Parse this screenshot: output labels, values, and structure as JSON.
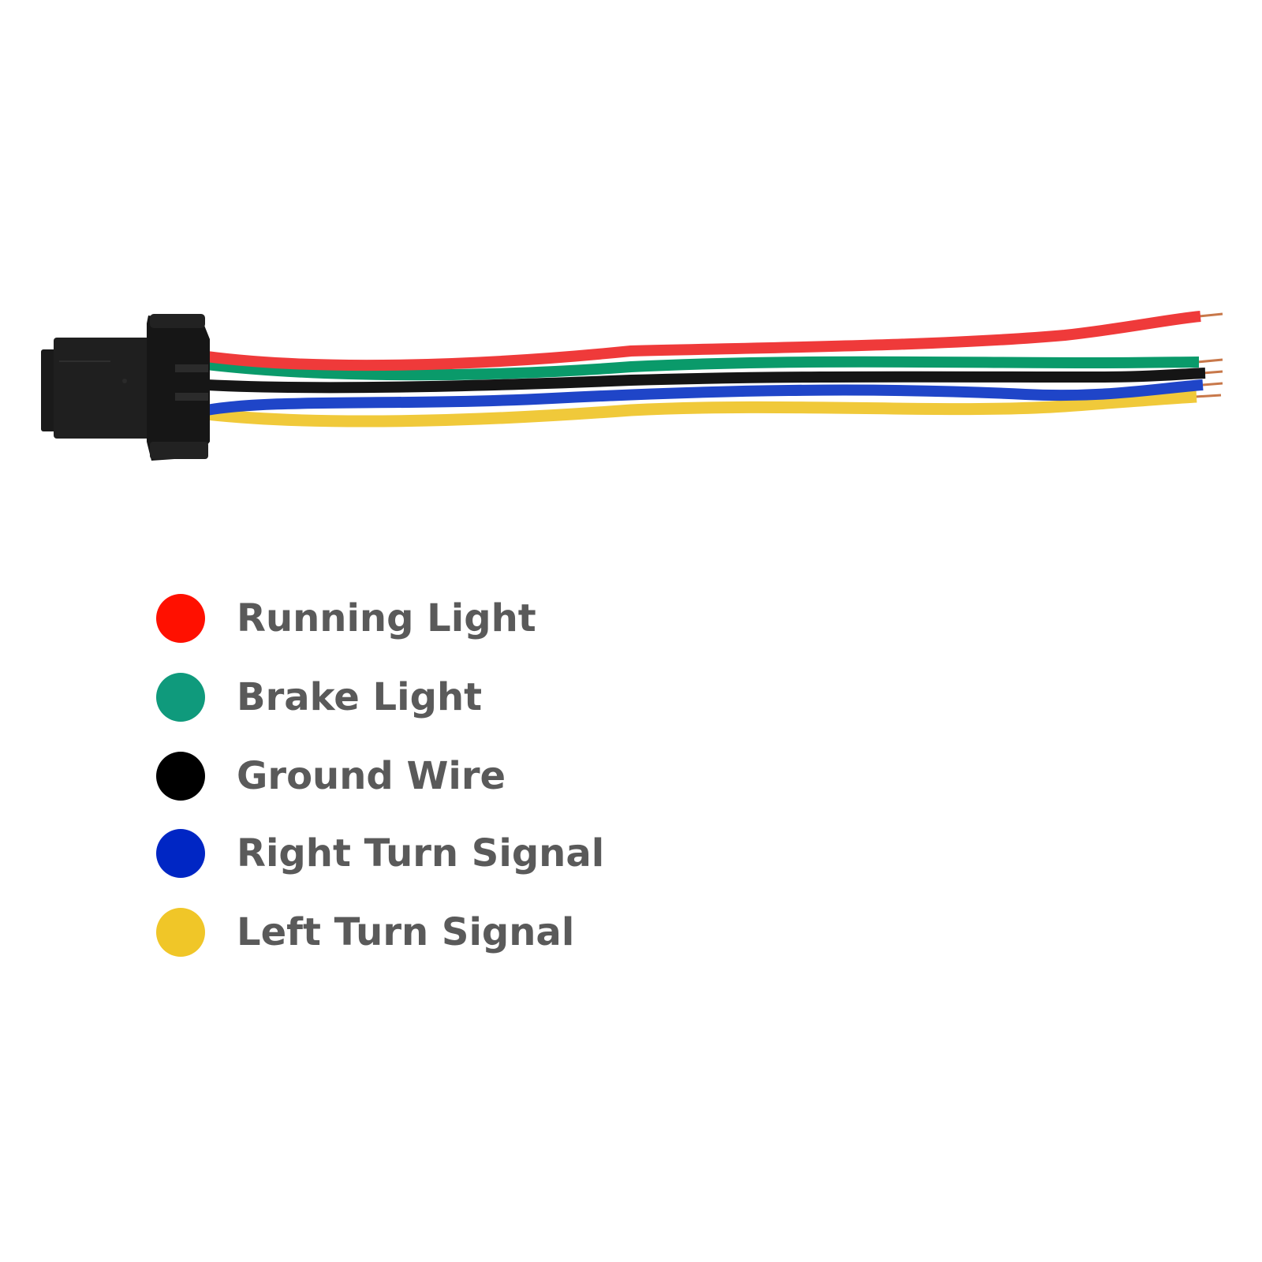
{
  "diagram": {
    "subject": "wire harness connector with five wires",
    "wires": [
      {
        "id": "running",
        "color": "#ef3a3a"
      },
      {
        "id": "brake",
        "color": "#0a9a6a"
      },
      {
        "id": "ground",
        "color": "#111111"
      },
      {
        "id": "right_turn",
        "color": "#1f45c8"
      },
      {
        "id": "left_turn",
        "color": "#f0c93a"
      }
    ],
    "connector_color": "#1c1c1c",
    "copper_tip_color": "#c8784a"
  },
  "legend": {
    "items": [
      {
        "label": "Running Light",
        "color": "#ff1000"
      },
      {
        "label": "Brake Light",
        "color": "#0f9a7c"
      },
      {
        "label": "Ground Wire",
        "color": "#000000"
      },
      {
        "label": "Right Turn Signal",
        "color": "#0026c4"
      },
      {
        "label": "Left Turn Signal",
        "color": "#f0c628"
      }
    ]
  }
}
